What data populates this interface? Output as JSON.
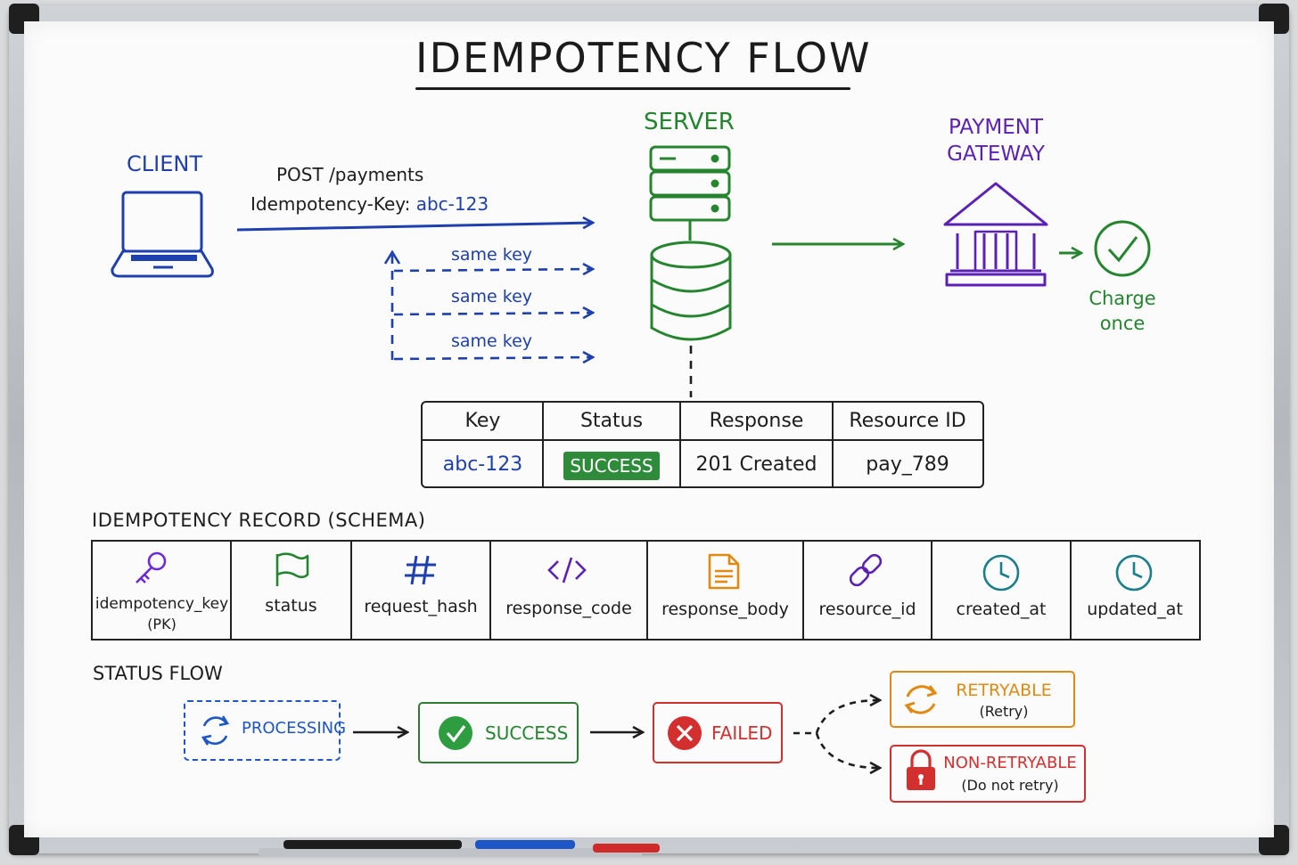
{
  "title": "IDEMPOTENCY FLOW",
  "client": {
    "label": "CLIENT"
  },
  "request": {
    "line1": "POST /payments",
    "key_label": "Idempotency-Key:",
    "key_value": "abc-123",
    "retries": [
      "same key",
      "same key",
      "same key"
    ]
  },
  "server": {
    "label": "SERVER"
  },
  "gateway": {
    "label_line1": "PAYMENT",
    "label_line2": "GATEWAY",
    "result_line1": "Charge",
    "result_line2": "once"
  },
  "record_table": {
    "headers": [
      "Key",
      "Status",
      "Response",
      "Resource ID"
    ],
    "row": {
      "key": "abc-123",
      "status": "SUCCESS",
      "response": "201 Created",
      "resource_id": "pay_789"
    }
  },
  "schema": {
    "heading": "IDEMPOTENCY RECORD (SCHEMA)",
    "fields": [
      {
        "name": "idempotency_key",
        "note": "(PK)",
        "icon": "key-icon"
      },
      {
        "name": "status",
        "icon": "flag-icon"
      },
      {
        "name": "request_hash",
        "icon": "hash-icon"
      },
      {
        "name": "response_code",
        "icon": "code-icon"
      },
      {
        "name": "response_body",
        "icon": "document-icon"
      },
      {
        "name": "resource_id",
        "icon": "link-icon"
      },
      {
        "name": "created_at",
        "icon": "clock-icon"
      },
      {
        "name": "updated_at",
        "icon": "clock-icon"
      }
    ]
  },
  "status_flow": {
    "heading": "STATUS FLOW",
    "processing": "PROCESSING",
    "success": "SUCCESS",
    "failed": "FAILED",
    "retryable": {
      "label": "RETRYABLE",
      "note": "(Retry)"
    },
    "non_retryable": {
      "label": "NON-RETRYABLE",
      "note": "(Do not retry)"
    }
  },
  "colors": {
    "blue": "#1e40af",
    "green": "#24852e",
    "purple": "#5b21b6",
    "red": "#d32f2f",
    "orange": "#e08a12",
    "teal": "#1a7f8a"
  }
}
